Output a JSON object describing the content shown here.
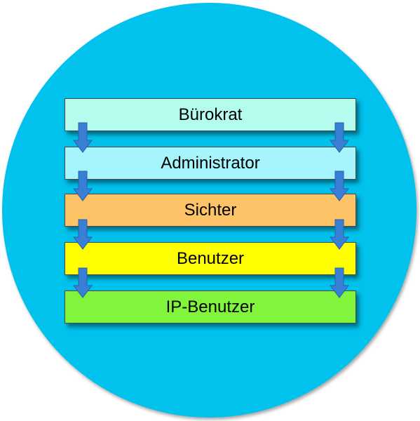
{
  "diagram": {
    "background_color": "#00c2ec",
    "arrow_color": "#3a7fd6",
    "layers": [
      {
        "label": "Bürokrat",
        "color": "#b3fcee"
      },
      {
        "label": "Administrator",
        "color": "#a6f5fc"
      },
      {
        "label": "Sichter",
        "color": "#fdc366"
      },
      {
        "label": "Benutzer",
        "color": "#ffff00"
      },
      {
        "label": "IP-Benutzer",
        "color": "#80f53c"
      }
    ]
  }
}
